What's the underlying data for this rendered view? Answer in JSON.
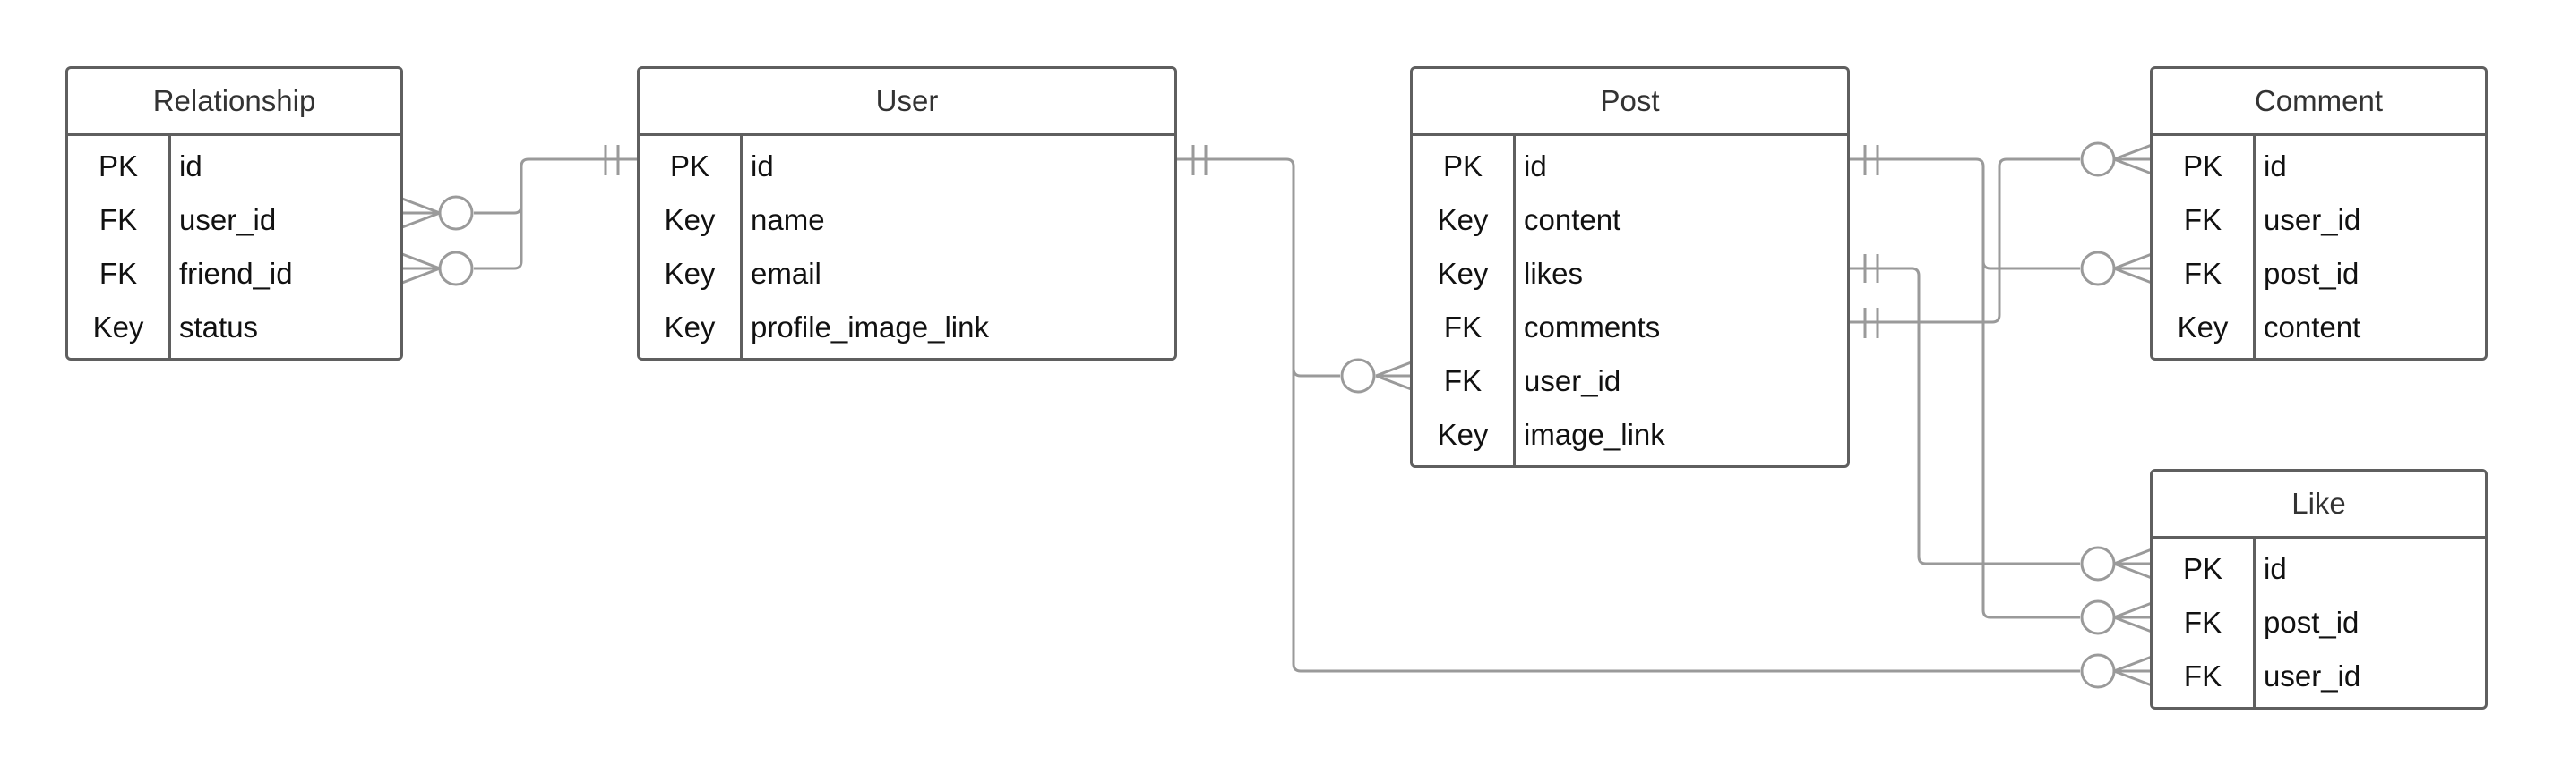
{
  "diagram": {
    "type": "entity-relationship",
    "colors": {
      "border": "#5f5f5f",
      "connector": "#9a9a9a",
      "text": "#111111"
    },
    "entities": [
      {
        "id": "relationship",
        "title": "Relationship",
        "rows": [
          {
            "key": "PK",
            "field": "id"
          },
          {
            "key": "FK",
            "field": "user_id"
          },
          {
            "key": "FK",
            "field": "friend_id"
          },
          {
            "key": "Key",
            "field": "status"
          }
        ]
      },
      {
        "id": "user",
        "title": "User",
        "rows": [
          {
            "key": "PK",
            "field": "id"
          },
          {
            "key": "Key",
            "field": "name"
          },
          {
            "key": "Key",
            "field": "email"
          },
          {
            "key": "Key",
            "field": "profile_image_link"
          }
        ]
      },
      {
        "id": "post",
        "title": "Post",
        "rows": [
          {
            "key": "PK",
            "field": "id"
          },
          {
            "key": "Key",
            "field": "content"
          },
          {
            "key": "Key",
            "field": "likes"
          },
          {
            "key": "FK",
            "field": "comments"
          },
          {
            "key": "FK",
            "field": "user_id"
          },
          {
            "key": "Key",
            "field": "image_link"
          }
        ]
      },
      {
        "id": "comment",
        "title": "Comment",
        "rows": [
          {
            "key": "PK",
            "field": "id"
          },
          {
            "key": "FK",
            "field": "user_id"
          },
          {
            "key": "FK",
            "field": "post_id"
          },
          {
            "key": "Key",
            "field": "content"
          }
        ]
      },
      {
        "id": "like",
        "title": "Like",
        "rows": [
          {
            "key": "PK",
            "field": "id"
          },
          {
            "key": "FK",
            "field": "post_id"
          },
          {
            "key": "FK",
            "field": "user_id"
          }
        ]
      }
    ],
    "relationships": [
      {
        "from": "user.id",
        "to": "relationship.user_id",
        "from_cardinality": "one-and-only-one",
        "to_cardinality": "zero-or-many"
      },
      {
        "from": "user.id",
        "to": "relationship.friend_id",
        "from_cardinality": "one-and-only-one",
        "to_cardinality": "zero-or-many"
      },
      {
        "from": "user.id",
        "to": "post.user_id",
        "from_cardinality": "one-and-only-one",
        "to_cardinality": "zero-or-many"
      },
      {
        "from": "user.id",
        "to": "like.user_id",
        "from_cardinality": "one-and-only-one",
        "to_cardinality": "zero-or-many"
      },
      {
        "from": "post.id",
        "to": "comment.post_id",
        "from_cardinality": "one-and-only-one",
        "to_cardinality": "zero-or-many"
      },
      {
        "from": "post.id",
        "to": "like.post_id",
        "from_cardinality": "one-and-only-one",
        "to_cardinality": "zero-or-many"
      },
      {
        "from": "post.likes",
        "to": "like.id",
        "from_cardinality": "one-and-only-one",
        "to_cardinality": "zero-or-many"
      },
      {
        "from": "post.comments",
        "to": "comment.id",
        "from_cardinality": "one-and-only-one",
        "to_cardinality": "zero-or-many"
      }
    ]
  }
}
